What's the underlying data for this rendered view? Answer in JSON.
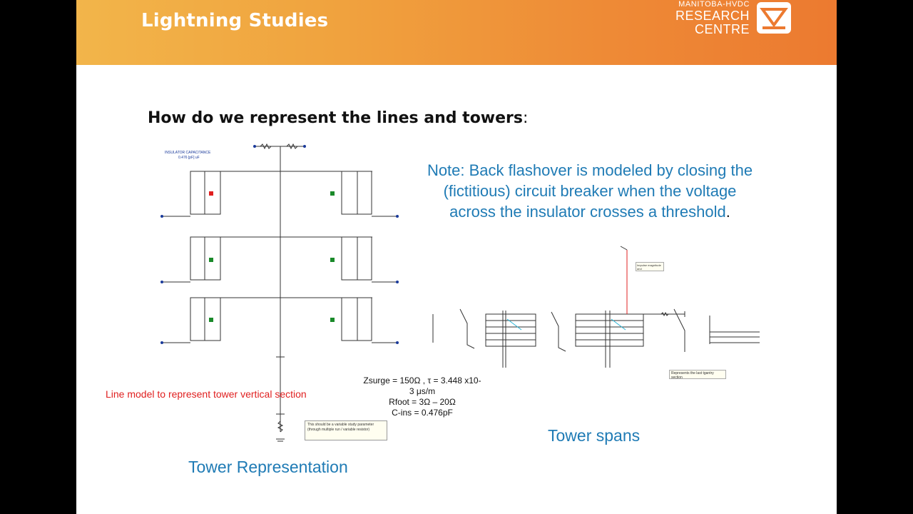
{
  "header": {
    "title": "Lightning Studies",
    "logo_line1": "MANITOBA-HVDC",
    "logo_line2": "RESEARCH",
    "logo_line3": "CENTRE"
  },
  "slide": {
    "question": "How do we represent the lines and towers",
    "question_colon": ":",
    "note_text": "Note: Back flashover is modeled by closing the (fictitious) circuit breaker when the voltage across the insulator crosses a threshold",
    "note_period": ".",
    "line_model_label": "Line model to represent tower vertical section",
    "params": {
      "line1": "Zsurge = 150Ω , τ = 3.448 x10-",
      "line2": "3 μs/m",
      "line3": "Rfoot = 3Ω – 20Ω",
      "line4": "C-ins = 0.476pF"
    },
    "tower_note": "This should be a variable study parameter (through multiple run / variable resistor)",
    "insulator_label": "INSULATOR CAPACITANCE",
    "insulator_value": "0.476 [pF] uF",
    "span_note": "Represents the last tgantry section",
    "impulse_note": "Impulse magnitude and",
    "caption_tower": "Tower Representation",
    "caption_spans": "Tower spans"
  },
  "colors": {
    "header_start": "#f2b54a",
    "header_end": "#ec7a30",
    "accent_blue": "#1f7bb5",
    "label_red": "#e02020"
  }
}
